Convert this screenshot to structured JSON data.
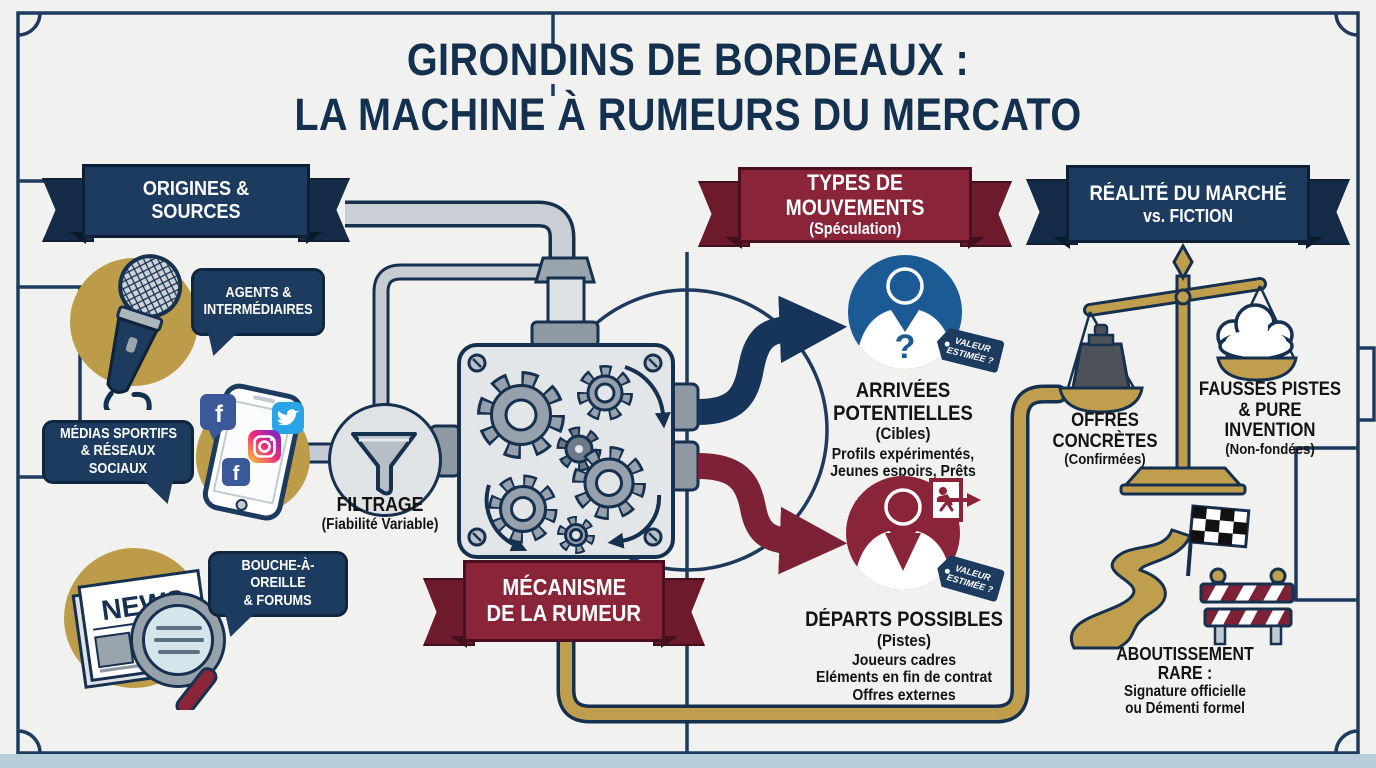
{
  "title": {
    "line1": "GIRONDINS DE BORDEAUX :",
    "line2": "LA MACHINE À RUMEURS DU MERCATO"
  },
  "origins": {
    "banner": "ORIGINES & SOURCES",
    "agents": {
      "line1": "AGENTS &",
      "line2": "INTERMÉDIAIRES"
    },
    "medias": {
      "line1": "MÉDIAS SPORTIFS",
      "line2": "& RÉSEAUX SOCIAUX"
    },
    "bouche": {
      "line1": "BOUCHE-À-OREILLE",
      "line2": "& FORUMS"
    },
    "news_label": "NEWS"
  },
  "filter": {
    "label": "FILTRAGE",
    "sub": "(Fiabilité Variable)"
  },
  "machine": {
    "banner_line1": "MÉCANISME",
    "banner_line2": "DE LA RUMEUR"
  },
  "movements": {
    "banner_line1": "TYPES DE MOUVEMENTS",
    "banner_line2": "(Spéculation)",
    "arrivals": {
      "title": "ARRIVÉES POTENTIELLES",
      "sub": "(Cibles)",
      "line1": "Profils expérimentés,",
      "line2": "Jeunes espoirs, Prêts",
      "question_mark": "?"
    },
    "departures": {
      "title": "DÉPARTS POSSIBLES",
      "sub": "(Pistes)",
      "line1": "Joueurs cadres",
      "line2": "Eléments en fin de contrat",
      "line3": "Offres externes"
    },
    "tag": {
      "line1": "VALEUR",
      "line2": "ESTIMÉE ?"
    }
  },
  "reality": {
    "banner_line1": "RÉALITÉ DU MARCHÉ",
    "banner_line2": "vs. FICTION",
    "offers": {
      "line1": "OFFRES",
      "line2": "CONCRÈTES",
      "line3": "(Confirmées)"
    },
    "fakes": {
      "line1": "FAUSSES PISTES",
      "line2": "& PURE INVENTION",
      "line3": "(Non-fondées)"
    },
    "outcome": {
      "line1": "ABOUTISSEMENT RARE :",
      "line2": "Signature officielle",
      "line3": "ou Démenti formel"
    }
  },
  "icons": {
    "facebook_letter": "f"
  },
  "colors": {
    "navy": "#16304f",
    "banner_navy": "#1d3a5f",
    "maroon": "#8a2438",
    "gold": "#bf9e4e",
    "blue": "#1c5a96",
    "text_dark": "#131313",
    "pitch_line": "#1e3a5f",
    "bottom_strip": "#b7cdd9",
    "background": "#f1f1ef"
  }
}
